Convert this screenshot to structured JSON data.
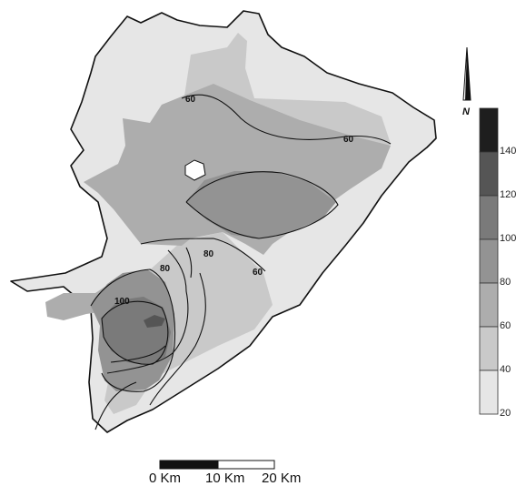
{
  "map": {
    "contour_labels": [
      "60",
      "60",
      "80",
      "100",
      "60",
      "80"
    ],
    "north_label": "N"
  },
  "legend": {
    "ticks": [
      "140",
      "120",
      "100",
      "80",
      "60",
      "40",
      "20"
    ],
    "colors": [
      "#1e1e1e",
      "#555555",
      "#7a7a7a",
      "#939393",
      "#adadad",
      "#c9c9c9",
      "#e6e6e6"
    ]
  },
  "scale_bar": {
    "labels": [
      "0 Km",
      "10 Km",
      "20 Km"
    ]
  }
}
